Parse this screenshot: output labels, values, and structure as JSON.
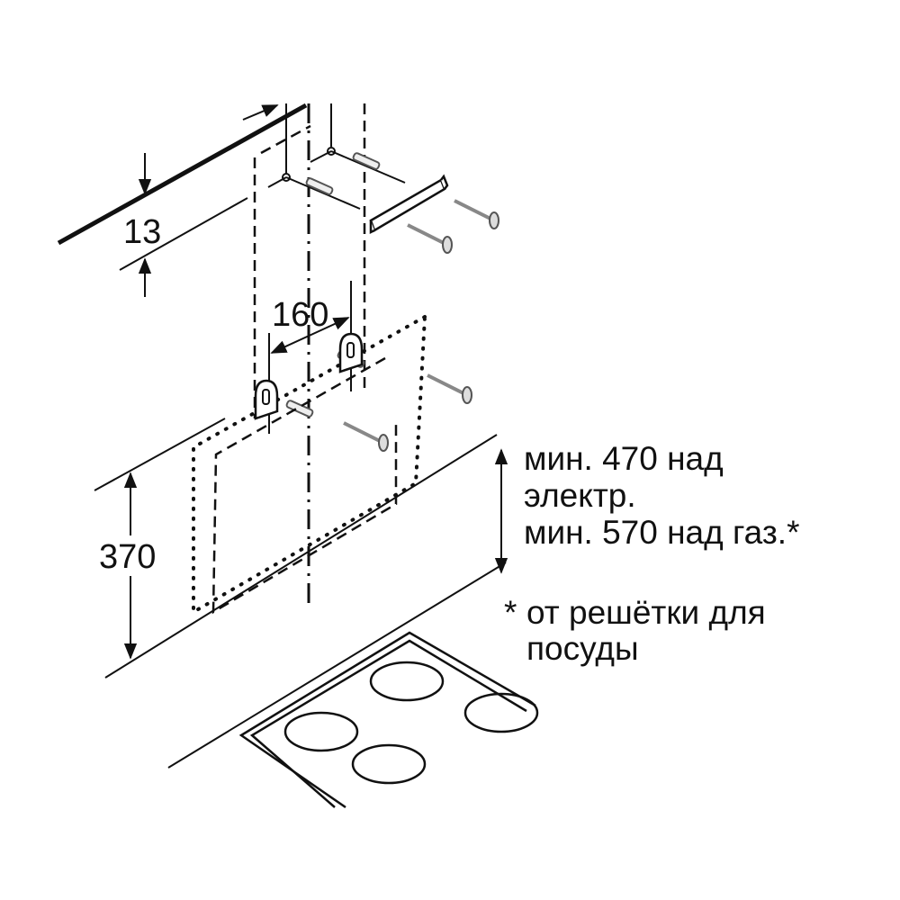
{
  "dimensions": {
    "top_gap": "13",
    "bracket_spacing": "160",
    "hood_height": "370"
  },
  "clearance_note": {
    "line1": "мин. 470 над",
    "line2": "электр.",
    "line3": "мин. 570 над газ.*"
  },
  "footnote": {
    "mark": "*",
    "line1": "от решётки для",
    "line2": "посуды"
  }
}
